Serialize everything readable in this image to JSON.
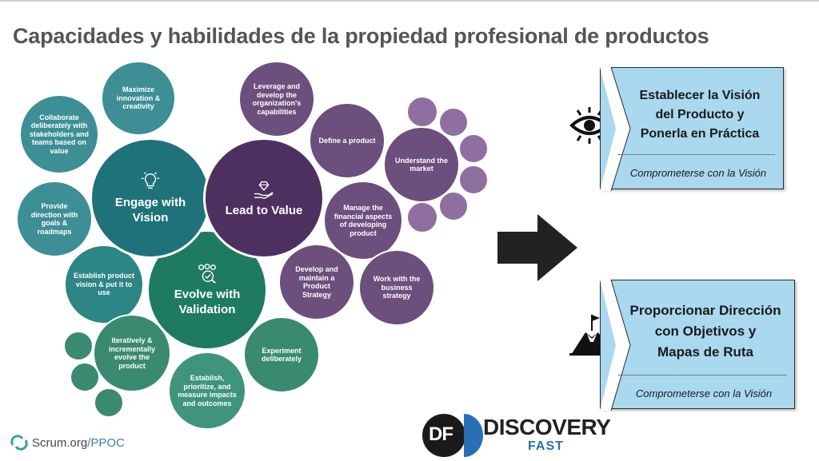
{
  "title": "Capacidades y habilidades de la propiedad profesional de productos",
  "bubbles": {
    "maximize": "Maximize innovation & creativity",
    "collaborate": "Collaborate deliberately with stakeholders and teams based on value",
    "provide": "Provide direction with goals & roadmaps",
    "establish_vision": "Establish product vision & put it to use",
    "iteratively": "Iteratively & incrementally evolve the product",
    "establish_prioritize": "Establish, prioritize, and measure impacts and outcomes",
    "experiment": "Experiment deliberately",
    "leverage": "Leverage and develop the organization's capabilities",
    "define": "Define a product",
    "understand": "Understand the market",
    "manage": "Manage the financial aspects of developing product",
    "develop": "Develop and maintain a Product Strategy",
    "work": "Work with the business strategy"
  },
  "stances": {
    "engage_line1": "Engage with",
    "engage_line2": "Vision",
    "lead": "Lead to Value",
    "evolve_line1": "Evolve with",
    "evolve_line2": "Validation"
  },
  "cards": [
    {
      "line1": "Establecer la Visión",
      "line2": "del Producto y",
      "line3": "Ponerla en Práctica",
      "subtitle": "Comprometerse con la Visión",
      "icon": "eye-icon"
    },
    {
      "line1": "Proporcionar Dirección",
      "line2": "con Objetivos y",
      "line3": "Mapas de Ruta",
      "subtitle": "Comprometerse con la Visión",
      "icon": "mountain-flag-icon"
    }
  ],
  "footer": {
    "scrum_brand": "Scrum.org",
    "scrum_suffix": "/PPOC",
    "df_initials": "DF",
    "df_name": "DISCOVERY",
    "df_sub": "FAST"
  },
  "colors": {
    "teal": "#20727a",
    "purple": "#4e3060",
    "green": "#1f7b5f",
    "card": "#a9d8ef",
    "arrow": "#222222"
  }
}
